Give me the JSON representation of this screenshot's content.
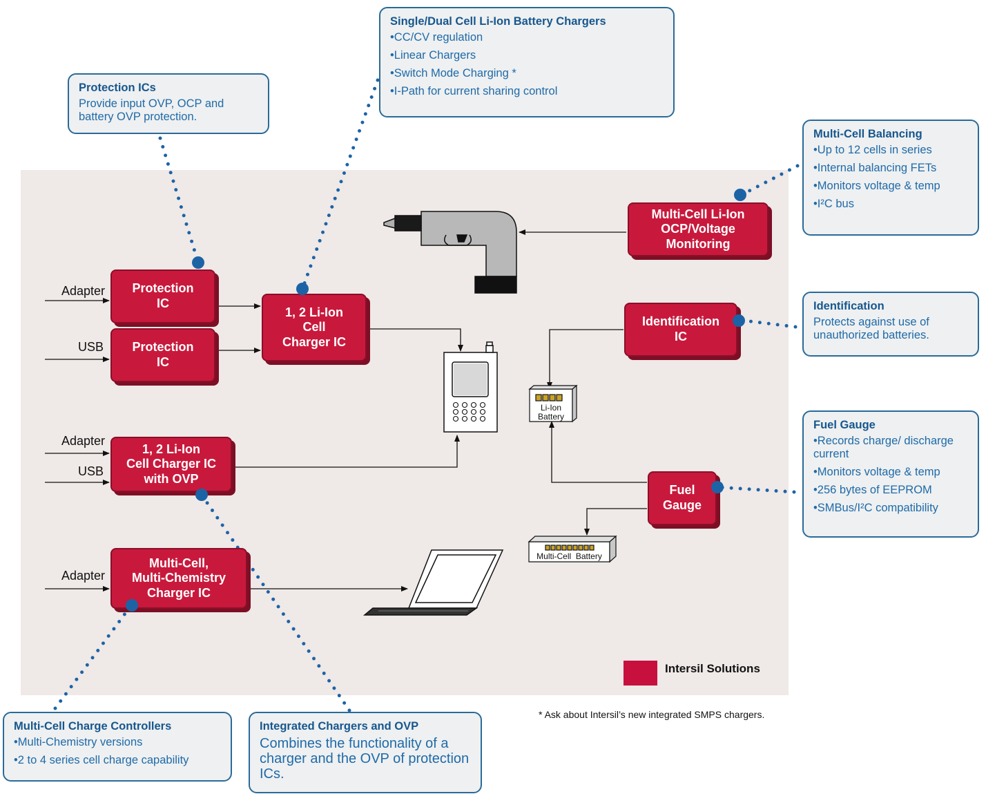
{
  "callouts": {
    "protection_ics": {
      "title": "Protection ICs",
      "text": "Provide input OVP, OCP and battery OVP protection."
    },
    "chargers": {
      "title": "Single/Dual Cell Li-Ion Battery Chargers",
      "items": [
        "CC/CV regulation",
        "Linear Chargers",
        "Switch Mode Charging *",
        "I-Path for current sharing control"
      ]
    },
    "multicell_balancing": {
      "title": "Multi-Cell Balancing",
      "items": [
        "Up to 12 cells in series",
        "Internal balancing FETs",
        "Monitors voltage & temp",
        "I²C bus"
      ]
    },
    "identification": {
      "title": "Identification",
      "text": "Protects against use of unauthorized batteries."
    },
    "fuel_gauge": {
      "title": "Fuel Gauge",
      "items": [
        "Records charge/ discharge current",
        "Monitors voltage & temp",
        "256 bytes of EEPROM",
        "SMBus/I²C compatibility"
      ]
    },
    "charge_controllers": {
      "title": "Multi-Cell Charge Controllers",
      "items": [
        "Multi-Chemistry versions",
        "2 to 4 series cell charge capability"
      ]
    },
    "integrated_ovp": {
      "title": "Integrated Chargers and OVP",
      "text": "Combines the functionality of a charger and the OVP of protection ICs."
    }
  },
  "blocks": {
    "protection_ic_1": "Protection\nIC",
    "protection_ic_2": "Protection\nIC",
    "cell_charger": "1, 2 Li-Ion\nCell\nCharger IC",
    "charger_ovp": "1, 2 Li-Ion\nCell Charger IC\nwith OVP",
    "multichem_charger": "Multi-Cell,\nMulti-Chemistry\nCharger IC",
    "ocp_monitor": "Multi-Cell Li-Ion\nOCP/Voltage\nMonitoring",
    "identification_ic": "Identification\nIC",
    "fuel_gauge": "Fuel\nGauge"
  },
  "inputs": {
    "adapter_1": "Adapter",
    "usb_1": "USB",
    "adapter_2": "Adapter",
    "usb_2": "USB",
    "adapter_3": "Adapter"
  },
  "batteries": {
    "li_ion": "Li-Ion\nBattery",
    "multi_cell": "Multi-Cell  Battery"
  },
  "legend": {
    "label": "Intersil Solutions",
    "color": "#c8103e"
  },
  "footnote": "* Ask about Intersil’s new integrated SMPS chargers.",
  "colors": {
    "block": "#c8193c",
    "callout_border": "#2a6a98",
    "callout_text": "#1f6aa8",
    "dot": "#1c63a6",
    "background": "#efe9e7"
  }
}
